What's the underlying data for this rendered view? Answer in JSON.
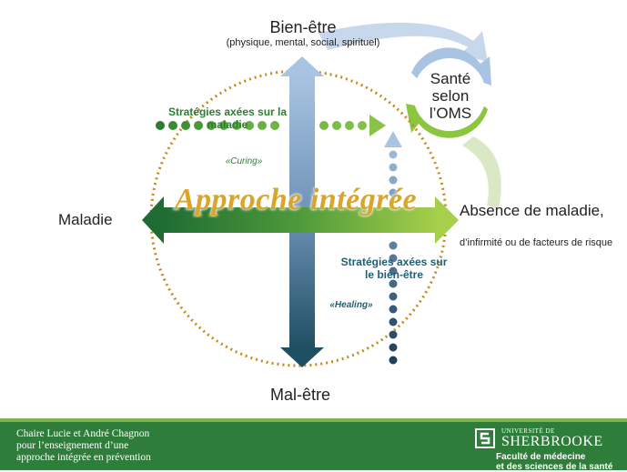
{
  "diagram": {
    "top_title": "Bien-être",
    "top_subtitle": "(physique, mental, social, spirituel)",
    "bottom_title": "Mal-être",
    "left_title": "Maladie",
    "right_title": "Absence de maladie,",
    "right_subtitle": "d’infirmité ou de facteurs de risque",
    "oms_label": "Santé selon l’OMS",
    "strategy_curing": "Stratégies axées sur la maladie",
    "curing_label": "«Curing»",
    "strategy_healing": "Stratégies axées sur le bien-être",
    "healing_label": "«Healing»",
    "center_label": "Approche intégrée"
  },
  "footer": {
    "chair_line1": "Chaire Lucie et André Chagnon",
    "chair_line2": "pour l’enseignement d’une",
    "chair_line3": "approche intégrée en prévention",
    "university_small": "UNIVERSITÉ DE",
    "university_name": "SHERBROOKE",
    "faculty_line1": "Faculté de médecine",
    "faculty_line2": "et des sciences de la santé"
  },
  "colors": {
    "dark_green": "#2e7d32",
    "light_green": "#8cc63f",
    "blue_top": "#9ab8d8",
    "blue_bottom": "#1f4f63",
    "gold": "#d9a52b",
    "footer": "#2f7d3a"
  }
}
